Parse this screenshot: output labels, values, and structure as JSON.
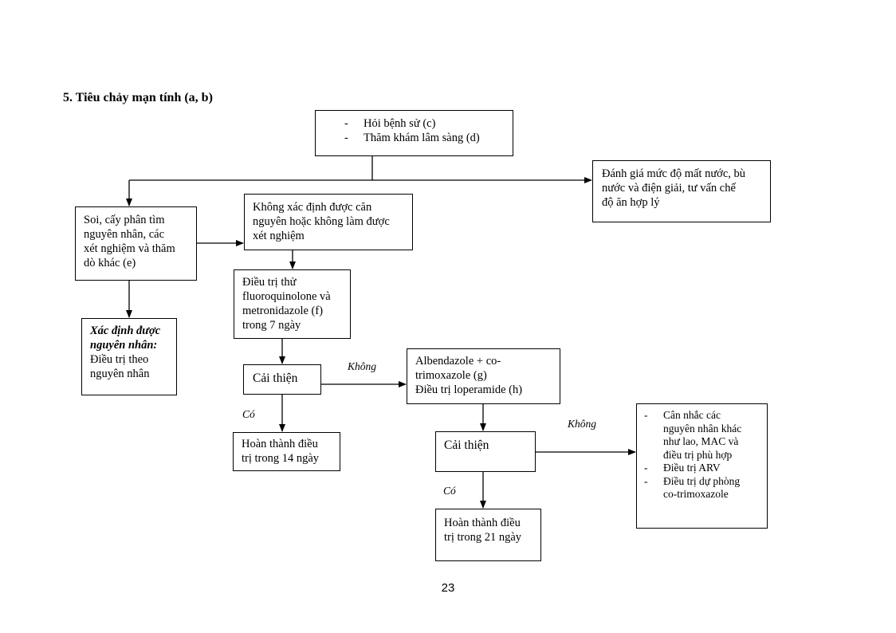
{
  "heading": "5. Tiêu chảy mạn tính (a, b)",
  "nodes": {
    "start": [
      "Hỏi bệnh sử (c)",
      "Thăm khám lâm sàng (d)"
    ],
    "rehydrate": [
      "Đánh giá mức độ mất nước, bù",
      "nước và điện giải, tư vấn chế",
      "độ ăn hợp lý"
    ],
    "tests": [
      "Soi, cấy phân tìm",
      "nguyên nhân, các",
      "xét nghiệm và thăm",
      "dò khác (e)"
    ],
    "unknown_cause": [
      "Không xác định được căn",
      "nguyên hoặc không làm được",
      "xét nghiệm"
    ],
    "cause_found_title": [
      "Xác định được",
      "nguyên nhân:"
    ],
    "cause_found_body": [
      "Điều trị theo",
      "nguyên nhân"
    ],
    "trial": [
      "Điều trị thử",
      "fluoroquinolone và",
      "metronidazole (f)",
      "trong 7 ngày"
    ],
    "improve1": "Cải thiện",
    "albendazole": [
      "Albendazole + co-",
      "trimoxazole (g)",
      "Điều trị loperamide (h)"
    ],
    "complete14": [
      "Hoàn thành điều",
      "trị trong 14 ngày"
    ],
    "improve2": "Cải thiện",
    "complete21": [
      "Hoàn thành điều",
      "trị trong 21 ngày"
    ],
    "other": [
      [
        "Cân nhắc các",
        "nguyên nhân khác",
        "như lao, MAC và",
        "điều trị phù hợp"
      ],
      [
        "Điều trị ARV"
      ],
      [
        "Điều trị dự phòng",
        "co-trimoxazole"
      ]
    ]
  },
  "edge_labels": {
    "no1": "Không",
    "yes1": "Có",
    "no2": "Không",
    "yes2": "Có"
  },
  "bullet": "-",
  "page_number": "23"
}
